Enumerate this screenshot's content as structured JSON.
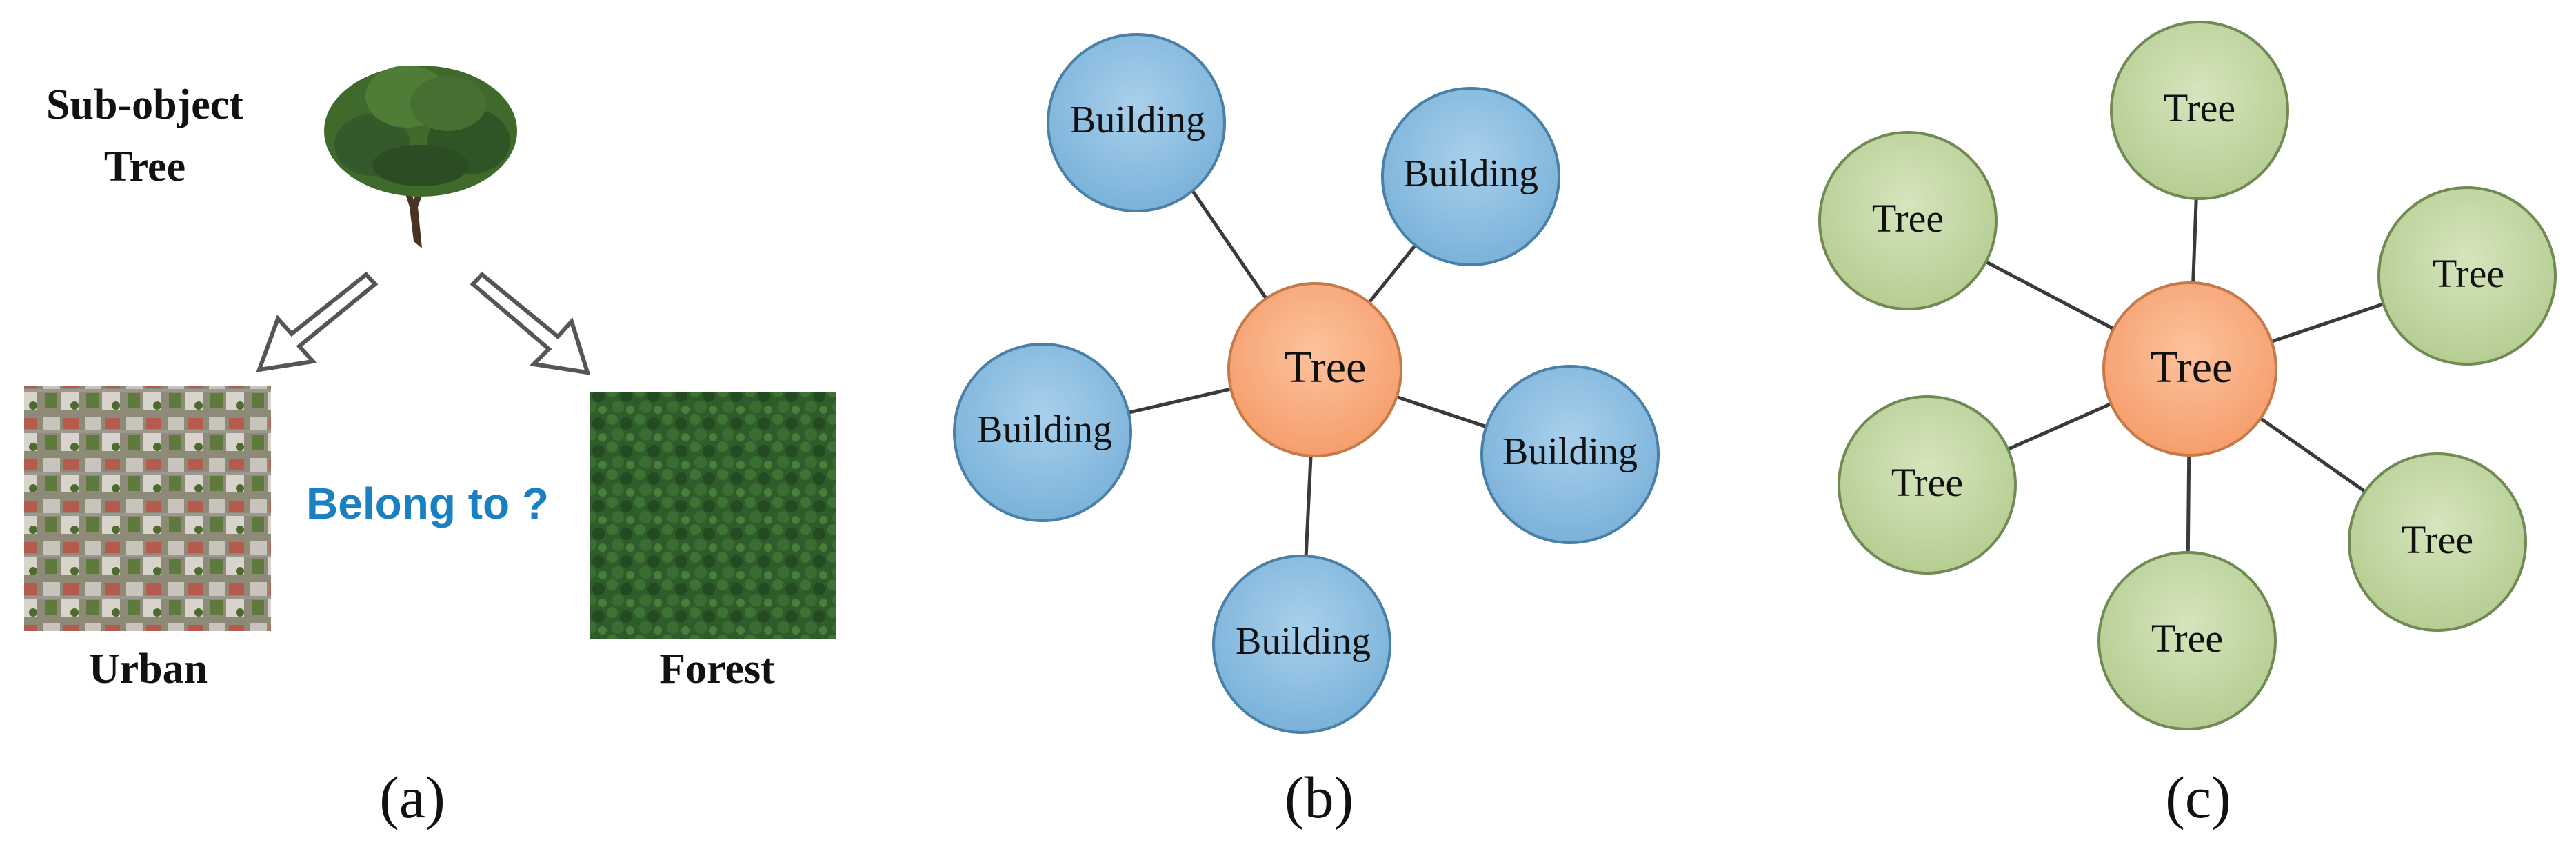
{
  "panel_a": {
    "subobject_title": "Sub-object",
    "subobject_name": "Tree",
    "question": "Belong to ?",
    "urban_label": "Urban",
    "forest_label": "Forest",
    "caption": "(a)",
    "question_color": "#1b80c2"
  },
  "panel_b": {
    "caption": "(b)",
    "center_label": "Tree",
    "neighbor_labels": [
      "Building",
      "Building",
      "Building",
      "Building",
      "Building"
    ],
    "center_fill": "#f8ab80",
    "neighbor_fill": "#8cbde0"
  },
  "panel_c": {
    "caption": "(c)",
    "center_label": "Tree",
    "neighbor_labels": [
      "Tree",
      "Tree",
      "Tree",
      "Tree",
      "Tree",
      "Tree"
    ],
    "center_fill": "#f8ab80",
    "neighbor_fill": "#c3d7a4"
  }
}
